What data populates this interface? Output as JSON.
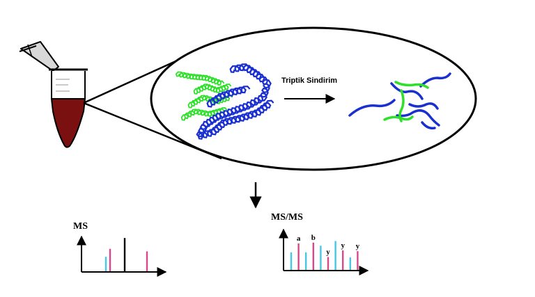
{
  "digestion_label": "Triptik Sindirim",
  "colors": {
    "blood": "#7a1010",
    "protein_blue": "#1a2fd0",
    "protein_green": "#2ee02a",
    "peak_cyan": "#45c8e8",
    "peak_magenta": "#d8488a",
    "peak_black": "#000000",
    "outline": "#000000"
  },
  "ms_plot": {
    "label": "MS",
    "peaks": [
      {
        "color": "cyan",
        "height": 0.4
      },
      {
        "color": "magenta",
        "height": 0.62
      },
      {
        "color": "black",
        "height": 0.92
      },
      {
        "color": "magenta",
        "height": 0.55
      }
    ]
  },
  "msms_plot": {
    "label": "MS/MS",
    "peaks": [
      {
        "color": "cyan",
        "height": 0.45,
        "ion": ""
      },
      {
        "color": "magenta",
        "height": 0.68,
        "ion": "a"
      },
      {
        "color": "cyan",
        "height": 0.45,
        "ion": ""
      },
      {
        "color": "magenta",
        "height": 0.7,
        "ion": "b"
      },
      {
        "color": "cyan",
        "height": 0.62,
        "ion": ""
      },
      {
        "color": "magenta",
        "height": 0.33,
        "ion": "y"
      },
      {
        "color": "cyan",
        "height": 0.74,
        "ion": ""
      },
      {
        "color": "magenta",
        "height": 0.5,
        "ion": "y"
      },
      {
        "color": "cyan",
        "height": 0.32,
        "ion": ""
      },
      {
        "color": "magenta",
        "height": 0.48,
        "ion": "y"
      }
    ]
  }
}
